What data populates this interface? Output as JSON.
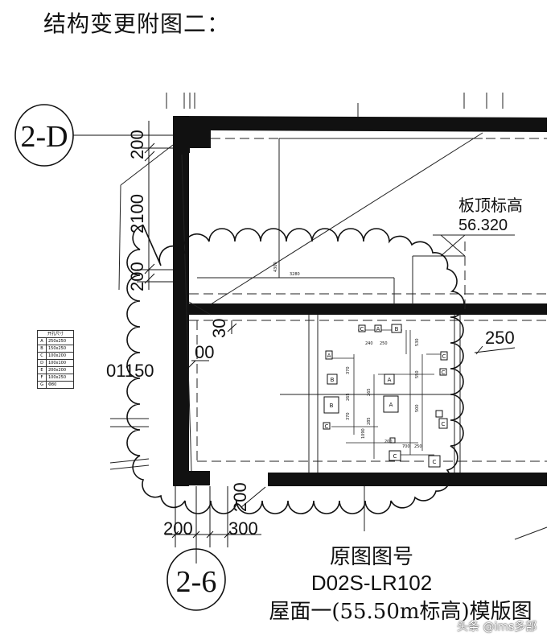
{
  "header": "结构变更附图二：",
  "axes": {
    "top": "2-D",
    "bottom": "2-6"
  },
  "dimensions": {
    "d200_top": "200",
    "d2100": "2100",
    "d200_mid": "200",
    "d30": "30",
    "d00": "00",
    "d1150": "01150",
    "d250": "250",
    "d200_lower": "200",
    "d200_bottom": "200",
    "d300_bottom": "300",
    "small_3280": "3280",
    "small_4300": "4300",
    "small_240": "240",
    "small_250": "250",
    "small_530": "530",
    "small_370": "370",
    "small_265a": "265",
    "small_265b": "265",
    "small_550": "550",
    "small_370b": "370",
    "small_285": "285",
    "small_1090": "1090",
    "small_200": "200",
    "small_700": "700",
    "small_250b": "250",
    "small_500": "500"
  },
  "elevation": {
    "label": "板顶标高",
    "value": "56.320"
  },
  "legend": {
    "title": "开孔尺寸",
    "rows": [
      {
        "key": "A",
        "size": "250x250"
      },
      {
        "key": "B",
        "size": "150x250"
      },
      {
        "key": "C",
        "size": "100x200"
      },
      {
        "key": "D",
        "size": "100x100"
      },
      {
        "key": "E",
        "size": "200x200"
      },
      {
        "key": "F",
        "size": "100x250"
      },
      {
        "key": "G",
        "size": "Φ80"
      }
    ]
  },
  "openings": [
    "C",
    "A",
    "B",
    "A",
    "C",
    "B",
    "A",
    "B",
    "A",
    "C",
    "C",
    "C",
    "C",
    "C"
  ],
  "footer": {
    "line1": "原图图号",
    "line2": "D02S-LR102",
    "line3": "屋面一(55.50m标高)模版图"
  },
  "watermark": "头条 @ims多部"
}
